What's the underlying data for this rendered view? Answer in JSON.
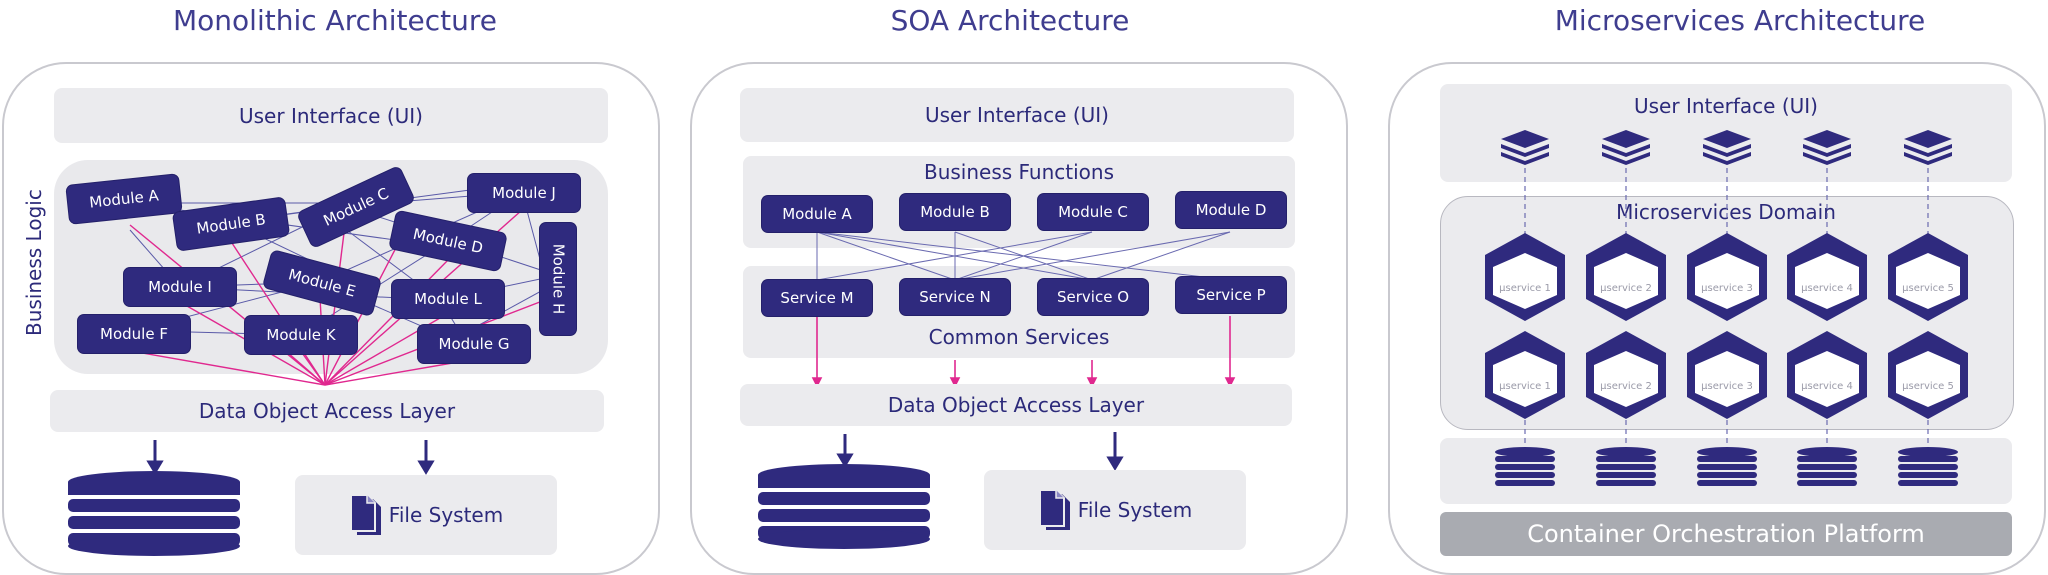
{
  "monolith": {
    "title": "Monolithic Architecture",
    "ui": "User Interface (UI)",
    "business_logic": "Business Logic",
    "modules": [
      "Module A",
      "Module B",
      "Module C",
      "Module D",
      "Module E",
      "Module F",
      "Module G",
      "Module H",
      "Module I",
      "Module J",
      "Module K",
      "Module L"
    ],
    "data_layer": "Data Object Access Layer",
    "file_system": "File System"
  },
  "soa": {
    "title": "SOA Architecture",
    "ui": "User Interface (UI)",
    "business_functions": "Business Functions",
    "modules": [
      "Module A",
      "Module B",
      "Module C",
      "Module D"
    ],
    "services": [
      "Service M",
      "Service N",
      "Service O",
      "Service P"
    ],
    "common_services": "Common Services",
    "data_layer": "Data Object Access Layer",
    "file_system": "File System"
  },
  "micro": {
    "title": "Microservices Architecture",
    "ui": "User Interface (UI)",
    "domain": "Microservices Domain",
    "services": [
      "µservice 1",
      "µservice 2",
      "µservice 3",
      "µservice 4",
      "µservice 5"
    ],
    "platform": "Container Orchestration Platform"
  },
  "colors": {
    "module": "#2f2a7e",
    "arrow_pink": "#e0288f",
    "arrow_navy": "#3a3a8f",
    "panel_bg": "#ebebee",
    "platform": "#a9abb1"
  },
  "icons": [
    "database-icon",
    "file-icon",
    "stack-icon",
    "hexagon-service-icon"
  ]
}
